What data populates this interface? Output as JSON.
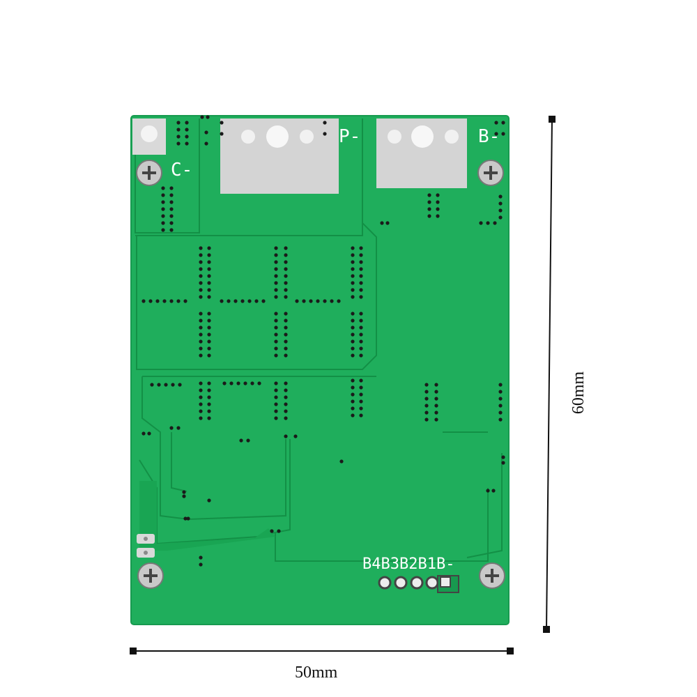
{
  "dimensions": {
    "width_label": "50mm",
    "height_label": "60mm"
  },
  "pcb": {
    "labels": {
      "c_minus": "C-",
      "p_minus": "P-",
      "b_minus": "B-",
      "balance_pins": "B4B3B2B1B-"
    },
    "colors": {
      "board": "#1fae5c",
      "trace": "#169a4c",
      "pad": "#d7d7d7",
      "silkscreen": "#ffffff",
      "dimension_line": "#111111"
    }
  }
}
